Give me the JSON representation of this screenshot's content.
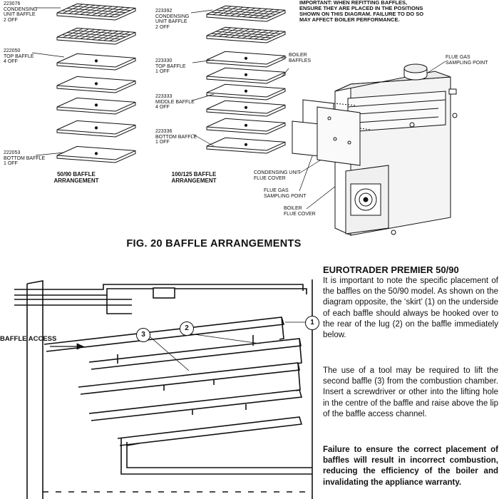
{
  "notice": "IMPORTANT: WHEN REFITTING BAFFLES,\nENSURE THEY ARE PLACED IN THE POSITIONS\nSHOWN ON THIS DIAGRAM. FAILURE TO DO SO\nMAY AFFECT BOILER PERFORMANCE.",
  "left_stack": {
    "condensing": "223076\nCONDENSING\nUNIT BAFFLE\n2 OFF",
    "top": "222050\nTOP BAFFLE\n4 OFF",
    "bottom": "222053\nBOTTOM BAFFLE\n1 OFF",
    "caption": "50/90 BAFFLE\nARRANGEMENT"
  },
  "mid_stack": {
    "condensing": "223392\nCONDENSING\nUNIT BAFFLE\n2 OFF",
    "top": "223330\nTOP BAFFLE\n1 OFF",
    "middle": "223333\nMIDDLE BAFFLE\n4 OFF",
    "bottom": "223336\nBOTTOM BAFFLE\n1 OFF",
    "caption": "100/125 BAFFLE\nARRANGEMENT"
  },
  "boiler": {
    "boiler_baffles": "BOILER\nBAFFLES",
    "flue_gas_sampling_point_top": "FLUE GAS\nSAMPLING POINT",
    "condensing_unit_flue_cover": "CONDENSING UNIT\nFLUE COVER",
    "flue_gas_sampling_point": "FLUE GAS\nSAMPLING POINT",
    "boiler_flue_cover": "BOILER\nFLUE COVER"
  },
  "figure_title": "FIG. 20  BAFFLE ARRANGEMENTS",
  "section_diagram": {
    "baffle_access": "BAFFLE ACCESS",
    "callout_1": "1",
    "callout_2": "2",
    "callout_3": "3"
  },
  "side_text": {
    "heading": "EUROTRADER PREMIER 50/90",
    "para1": "It is important to note the specific placement of the baffles on the 50/90 model. As shown on the diagram opposite, the ‘skirt’ (1) on the underside of each baffle should always be hooked over to the rear of the lug (2) on the baffle immediately below.",
    "para2": "The use of a tool may be required to lift the second baffle (3) from the combustion chamber. Insert a screwdriver or other into the lifting hole in the centre of the baffle and raise above the lip of the baffle access channel.",
    "para3": "Failure to ensure the correct placement of baffles will result in incorrect combustion, reducing the efficiency of the boiler and invalidating the appliance warranty."
  }
}
